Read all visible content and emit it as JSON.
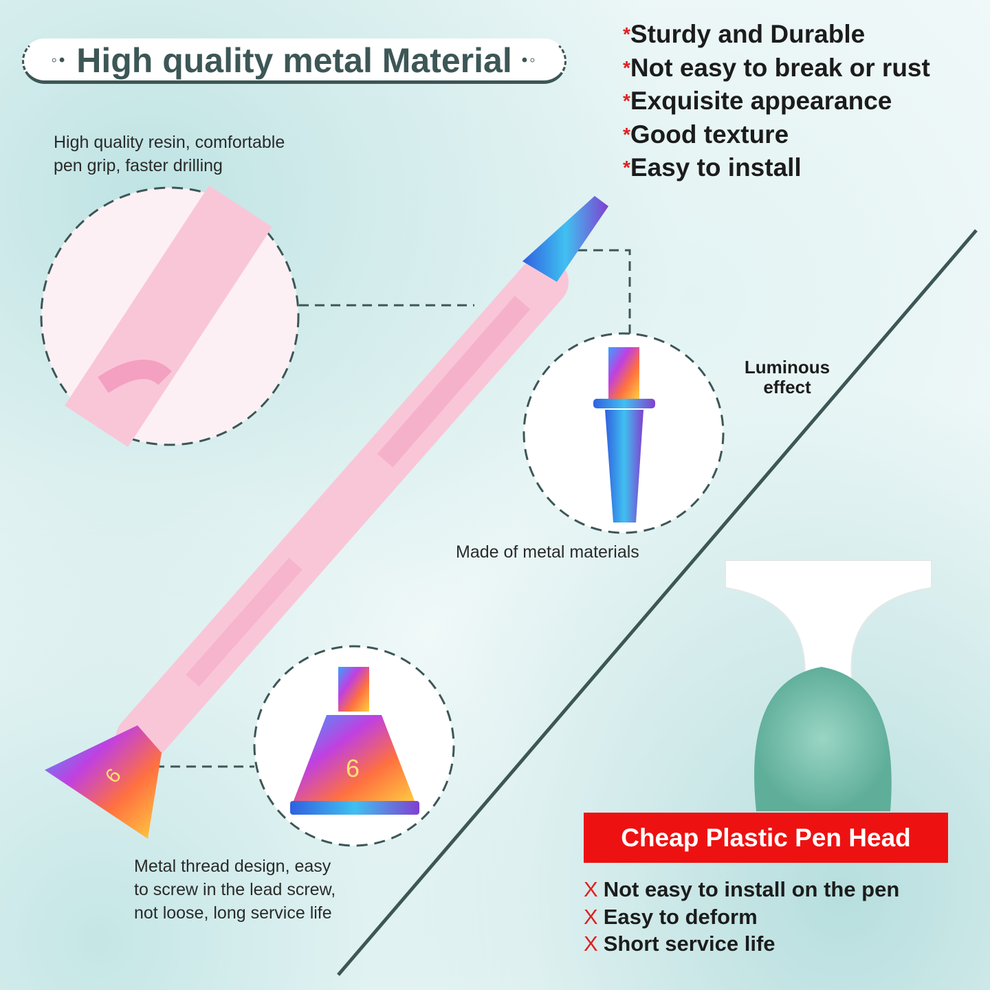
{
  "title": {
    "text": "High quality metal Material",
    "left_dots": "◦•",
    "right_dots": "•◦"
  },
  "features": {
    "marker": "*",
    "items": [
      "Sturdy and Durable",
      "Not easy to break or rust",
      "Exquisite appearance",
      "Good texture",
      "Easy to install"
    ]
  },
  "captions": {
    "grip": [
      "High quality resin, comfortable",
      "pen grip, faster drilling"
    ],
    "luminous": [
      "Luminous",
      "effect"
    ],
    "metal": "Made of metal materials",
    "thread": [
      "Metal thread design, easy",
      "to screw in the lead screw,",
      "not loose, long service life"
    ],
    "head_number": "6"
  },
  "comparison": {
    "banner": "Cheap Plastic Pen Head",
    "marker": "X",
    "cons": [
      "Not easy to install on the pen",
      "Easy to deform",
      "Short service life"
    ]
  },
  "colors": {
    "title": "#3d5656",
    "accent_red": "#ee1111",
    "pen_pink": "#f7b8cf"
  }
}
